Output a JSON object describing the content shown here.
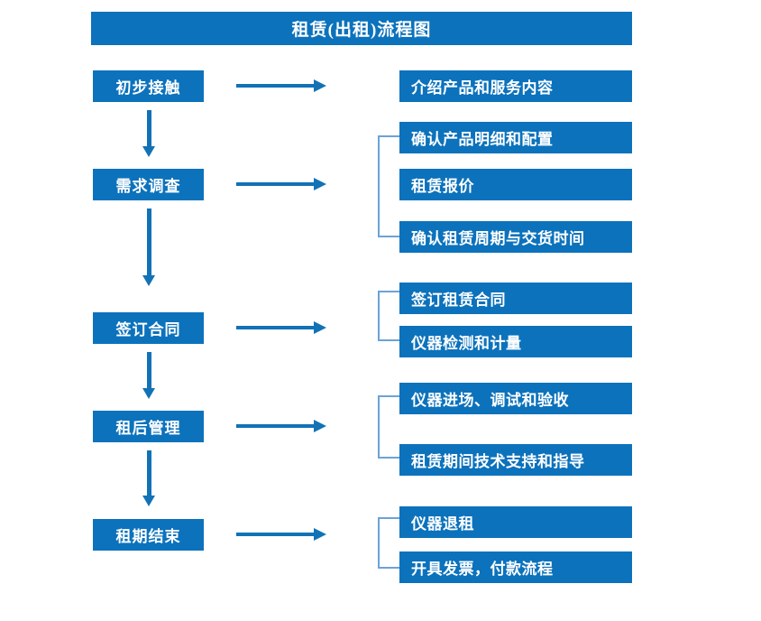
{
  "page": {
    "title": "租赁(出租)流程图",
    "accent_color": "#0c72bc",
    "arrow_color": "#1272b6",
    "bracket_color": "#6ba3d6",
    "text_color": "#ffffff",
    "background_color": "#ffffff"
  },
  "stages": [
    {
      "label": "初步接触"
    },
    {
      "label": "需求调查"
    },
    {
      "label": "签订合同"
    },
    {
      "label": "租后管理"
    },
    {
      "label": "租期结束"
    }
  ],
  "details": [
    {
      "label": "介绍产品和服务内容"
    },
    {
      "label": "确认产品明细和配置"
    },
    {
      "label": "租赁报价"
    },
    {
      "label": "确认租赁周期与交货时间"
    },
    {
      "label": "签订租赁合同"
    },
    {
      "label": "仪器检测和计量"
    },
    {
      "label": "仪器进场、调试和验收"
    },
    {
      "label": "租赁期间技术支持和指导"
    },
    {
      "label": "仪器退租"
    },
    {
      "label": "开具发票，付款流程"
    }
  ]
}
